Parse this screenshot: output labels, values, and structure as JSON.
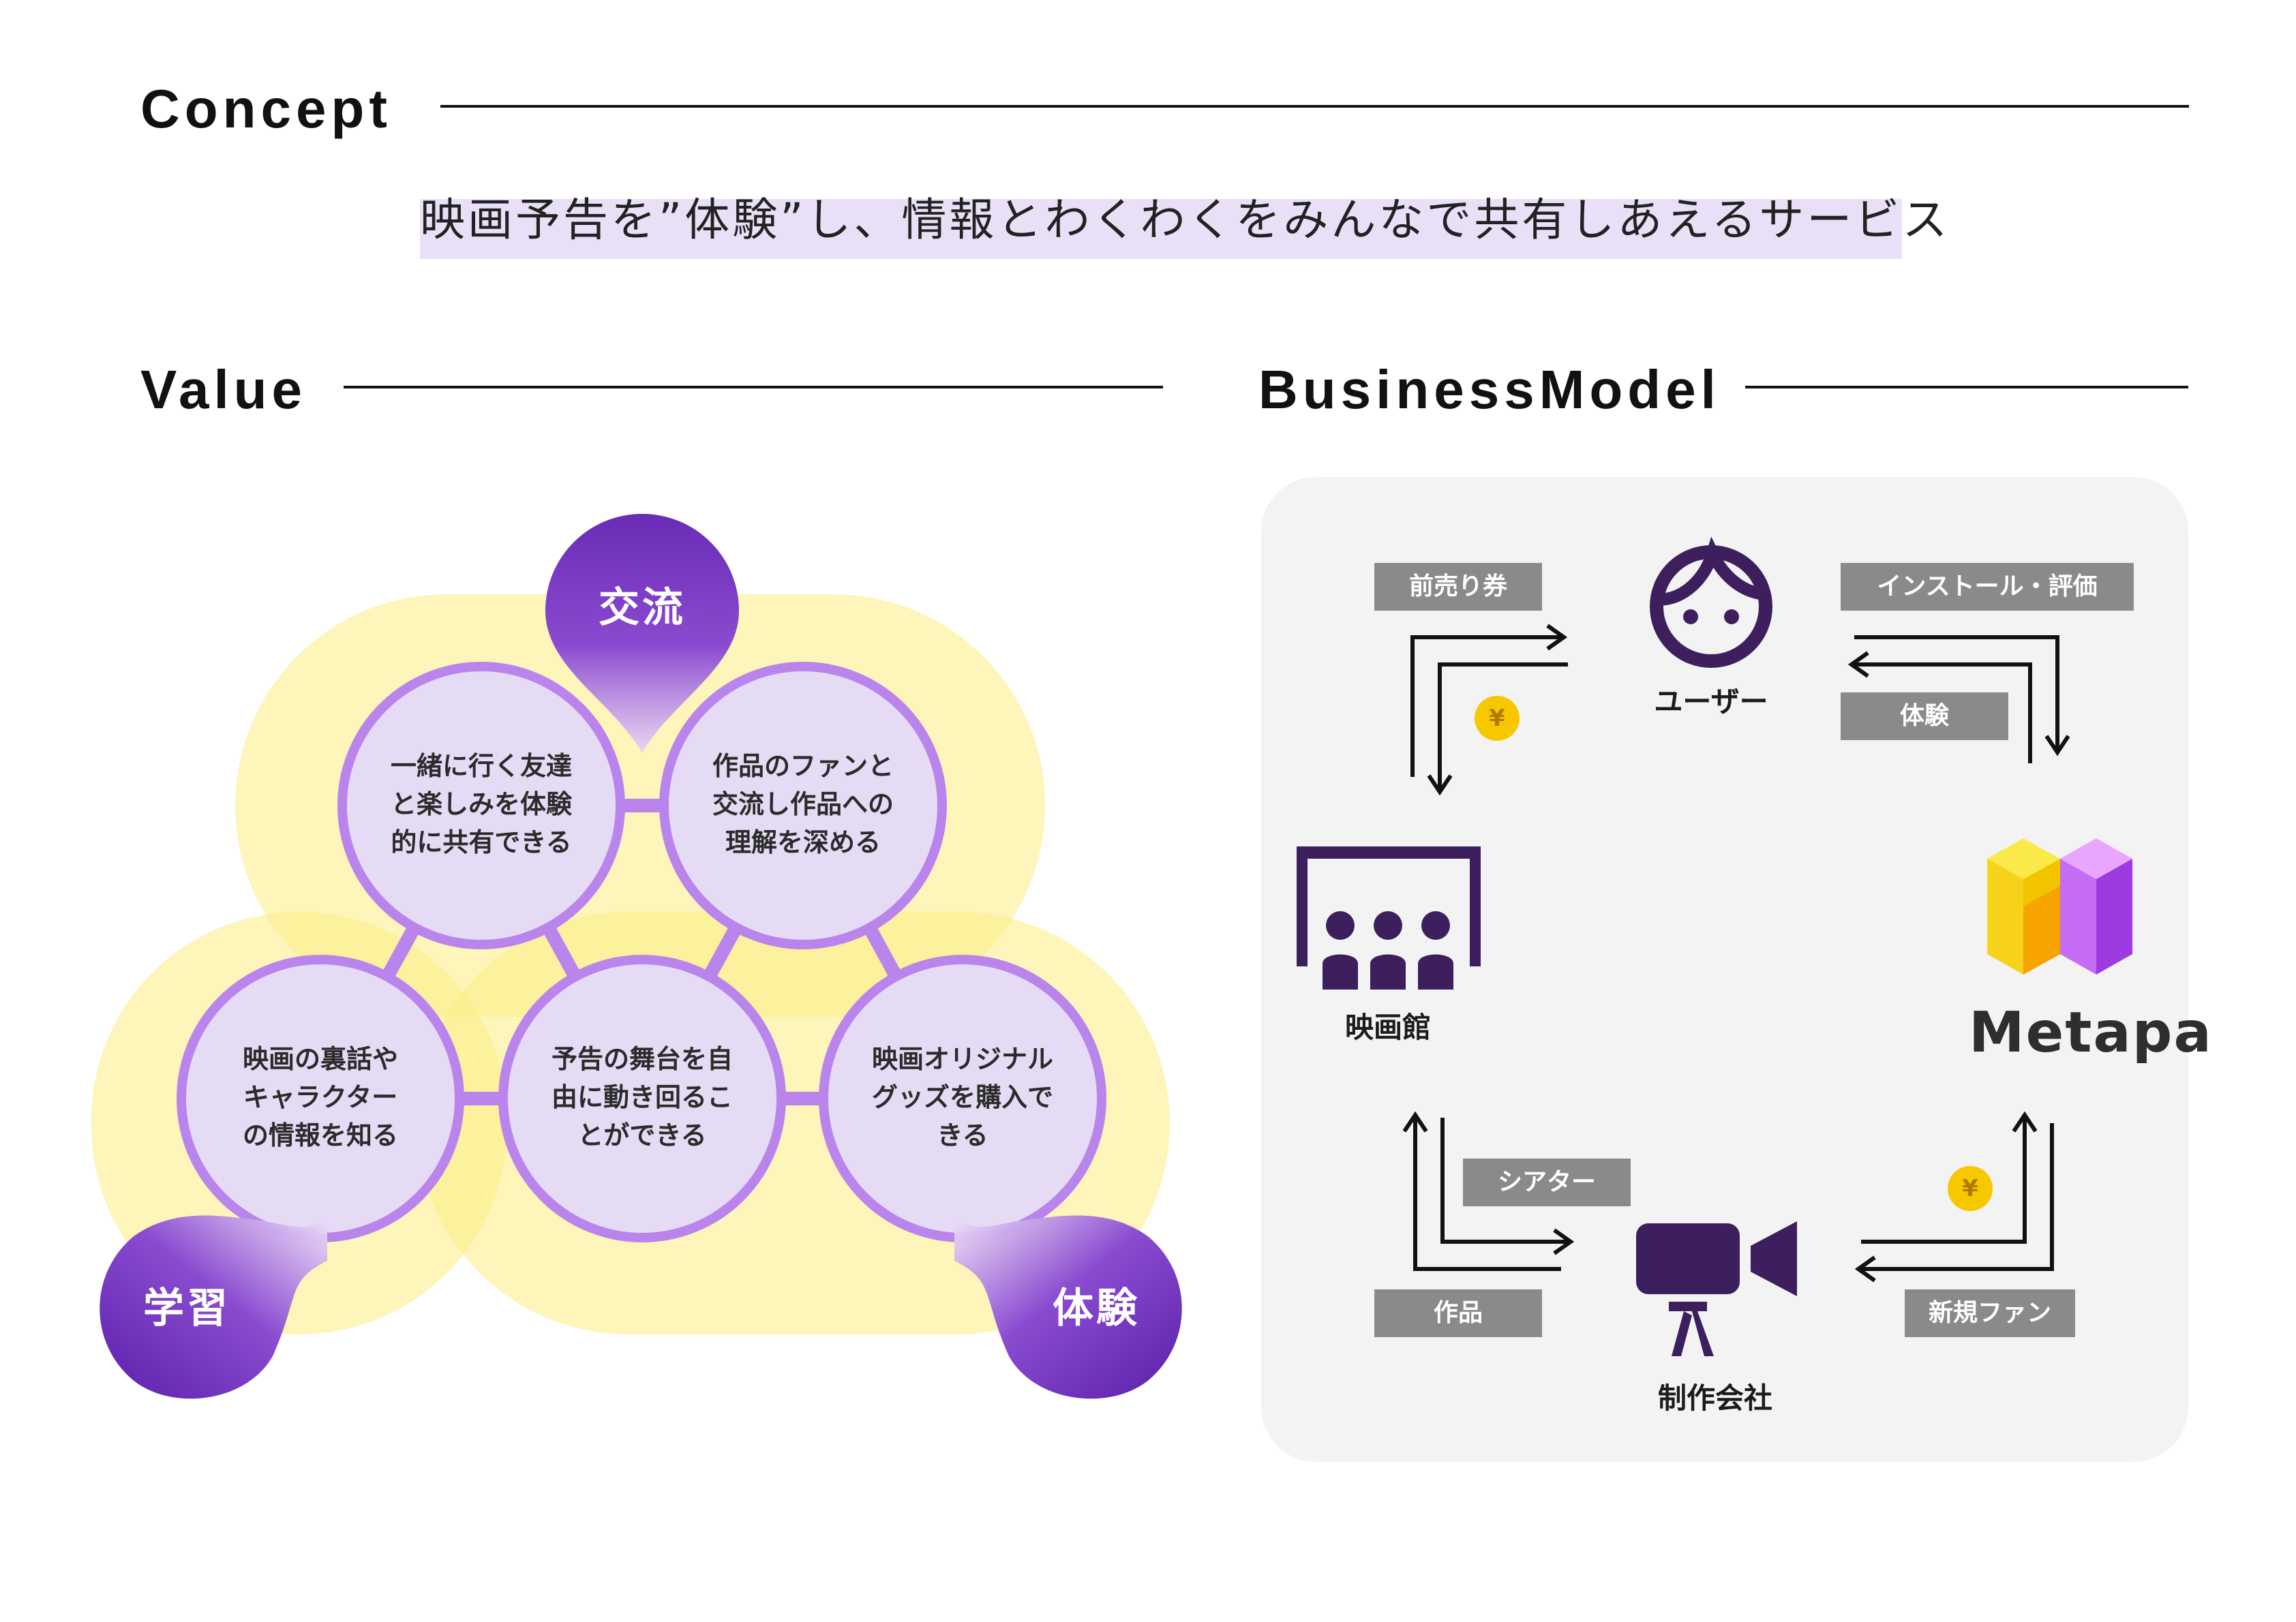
{
  "concept": {
    "title": "Concept",
    "tagline": "映画予告を”体験”し、情報とわくわくをみんなで共有しあえるサービス"
  },
  "value": {
    "title": "Value",
    "pins": {
      "top": "交流",
      "left": "学習",
      "right": "体験"
    },
    "bubbles": [
      {
        "lines": [
          "一緒に行く友達",
          "と楽しみを体験",
          "的に共有できる"
        ]
      },
      {
        "lines": [
          "作品のファンと",
          "交流し作品への",
          "理解を深める"
        ]
      },
      {
        "lines": [
          "映画の裏話や",
          "キャラクター",
          "の情報を知る"
        ]
      },
      {
        "lines": [
          "予告の舞台を自",
          "由に動き回るこ",
          "とができる"
        ]
      },
      {
        "lines": [
          "映画オリジナル",
          "グッズを購入で",
          "きる"
        ]
      }
    ],
    "colors": {
      "purple_dark": "#6a2bb5",
      "purple_light": "#c69af0",
      "bubble_fill": "#e6dbf5",
      "bubble_ring": "#b985ec",
      "yellow_blob": "#fdf3a6"
    }
  },
  "business_model": {
    "title": "BusinessModel",
    "nodes": {
      "user": "ユーザー",
      "theater": "映画館",
      "studio": "制作会社",
      "metapa": "Metapa"
    },
    "tags": {
      "advance_ticket": "前売り券",
      "install_review": "インストール・評価",
      "experience": "体験",
      "theater_tag": "シアター",
      "works": "作品",
      "new_fans": "新規ファン"
    },
    "yen": "¥",
    "icons": [
      "user-face-icon",
      "theater-audience-icon",
      "movie-camera-icon",
      "metapa-logo-icon",
      "yen-coin-icon"
    ],
    "colors": {
      "icon_purple": "#3d1f5e",
      "tag_gray": "#8a8a8a",
      "panel_bg": "#f3f3f3",
      "coin_yellow": "#f7c800"
    }
  }
}
